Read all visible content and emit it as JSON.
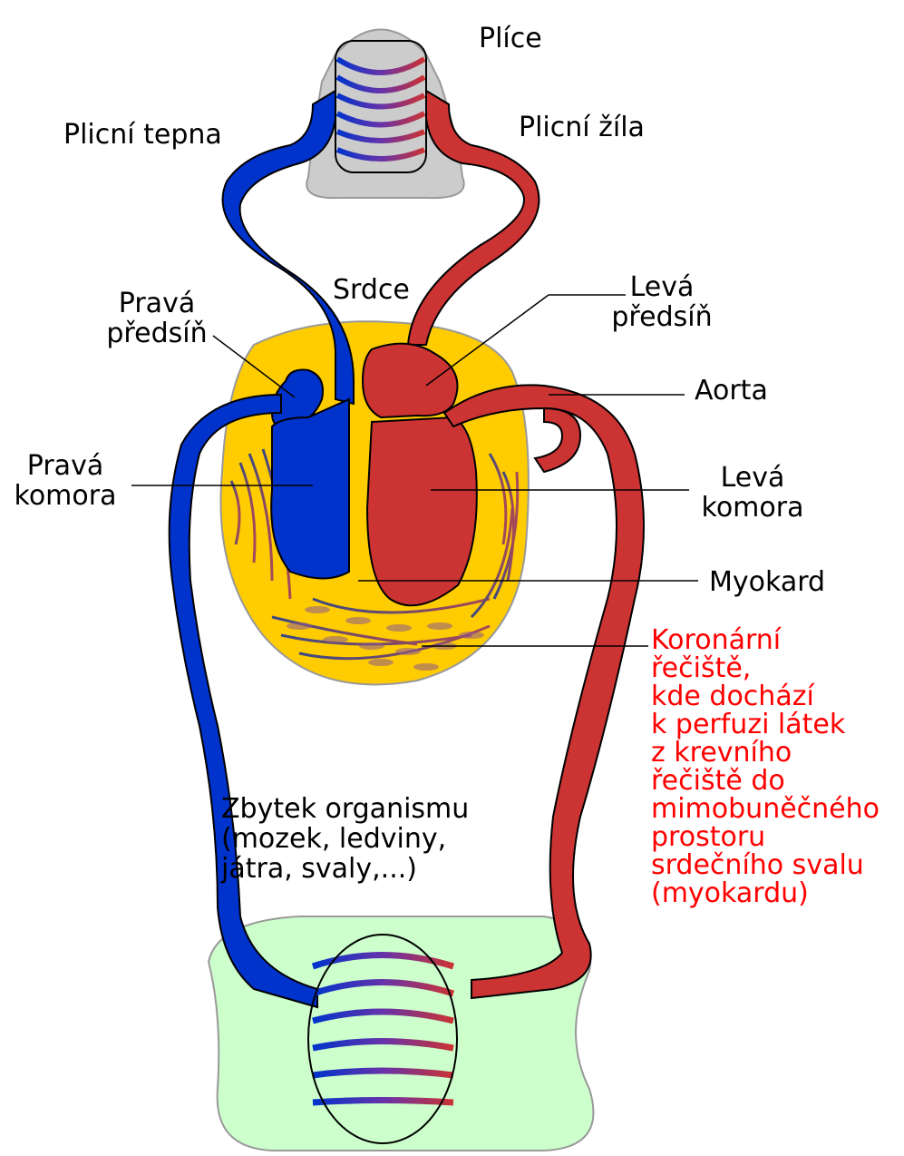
{
  "labels": {
    "lungs": "Plíce",
    "pulmonary_artery": "Plicní tepna",
    "pulmonary_vein": "Plicní žíla",
    "heart": "Srdce",
    "right_atrium": [
      "Pravá",
      "předsíň"
    ],
    "left_atrium": [
      "Levá",
      "předsíň"
    ],
    "aorta": "Aorta",
    "right_ventricle": [
      "Pravá",
      "komora"
    ],
    "left_ventricle": [
      "Levá",
      "komora"
    ],
    "myocardium": "Myokard",
    "coronary": [
      "Koronární",
      "řečiště,",
      "kde dochází",
      "k perfuzi látek",
      "z krevního",
      "řečiště do",
      "mimobuněčného",
      "prostoru",
      "srdečního svalu",
      "(myokardu)"
    ],
    "body": [
      "Zbytek organismu",
      "(mozek, ledviny,",
      "játra, svaly,...)"
    ]
  },
  "colors": {
    "deoxygenated": "#0033cc",
    "oxygenated": "#cc3333",
    "heart_muscle": "#ffcc00",
    "lung_tissue": "#cccccc",
    "body_tissue": "#ccffcc",
    "coronary_text": "#ff0000"
  }
}
